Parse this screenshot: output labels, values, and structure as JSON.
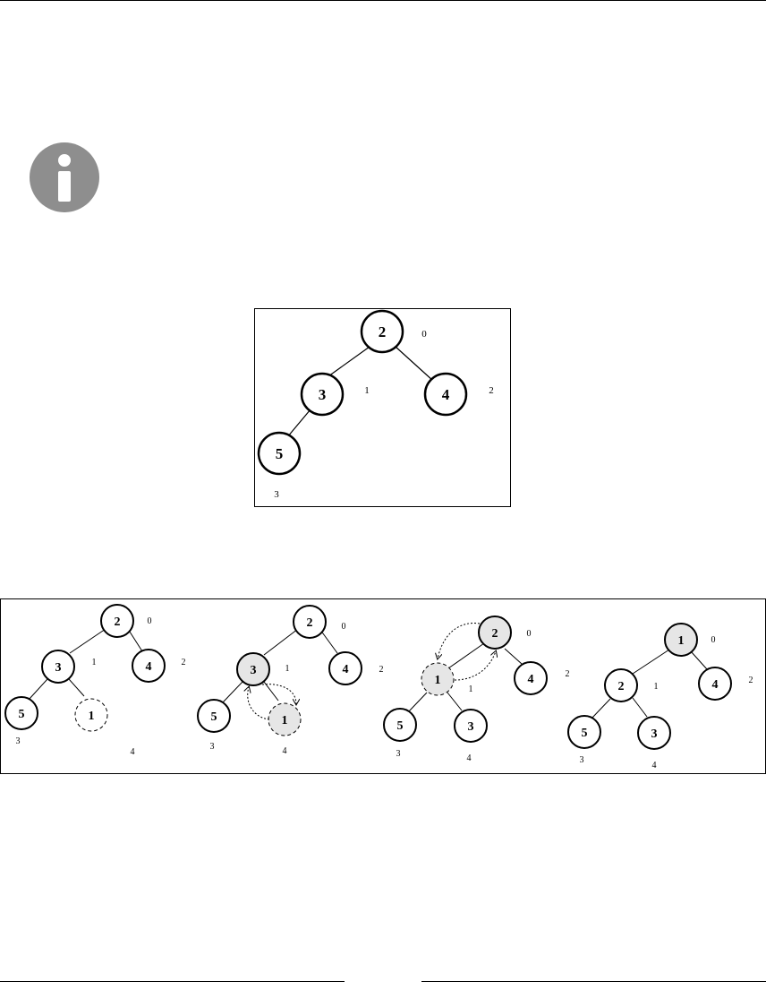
{
  "colors": {
    "ink": "#000000",
    "highlight_fill": "#e6e6e6",
    "info_icon": "#8e8e8e"
  },
  "info_icon": "info-icon",
  "figure1": {
    "nodes": [
      {
        "value": "2",
        "index": "0"
      },
      {
        "value": "3",
        "index": "1"
      },
      {
        "value": "4",
        "index": "2"
      },
      {
        "value": "5",
        "index": "3"
      }
    ]
  },
  "figure2": {
    "steps": [
      {
        "nodes": [
          {
            "value": "2",
            "index": "0"
          },
          {
            "value": "3",
            "index": "1"
          },
          {
            "value": "4",
            "index": "2"
          },
          {
            "value": "5",
            "index": "3"
          },
          {
            "value": "1",
            "index": "4"
          }
        ]
      },
      {
        "nodes": [
          {
            "value": "2",
            "index": "0"
          },
          {
            "value": "3",
            "index": "1"
          },
          {
            "value": "4",
            "index": "2"
          },
          {
            "value": "5",
            "index": "3"
          },
          {
            "value": "1",
            "index": "4"
          }
        ]
      },
      {
        "nodes": [
          {
            "value": "2",
            "index": "0"
          },
          {
            "value": "1",
            "index": "1"
          },
          {
            "value": "4",
            "index": "2"
          },
          {
            "value": "5",
            "index": "3"
          },
          {
            "value": "3",
            "index": "4"
          }
        ]
      },
      {
        "nodes": [
          {
            "value": "1",
            "index": "0"
          },
          {
            "value": "2",
            "index": "1"
          },
          {
            "value": "4",
            "index": "2"
          },
          {
            "value": "5",
            "index": "3"
          },
          {
            "value": "3",
            "index": "4"
          }
        ]
      }
    ]
  }
}
